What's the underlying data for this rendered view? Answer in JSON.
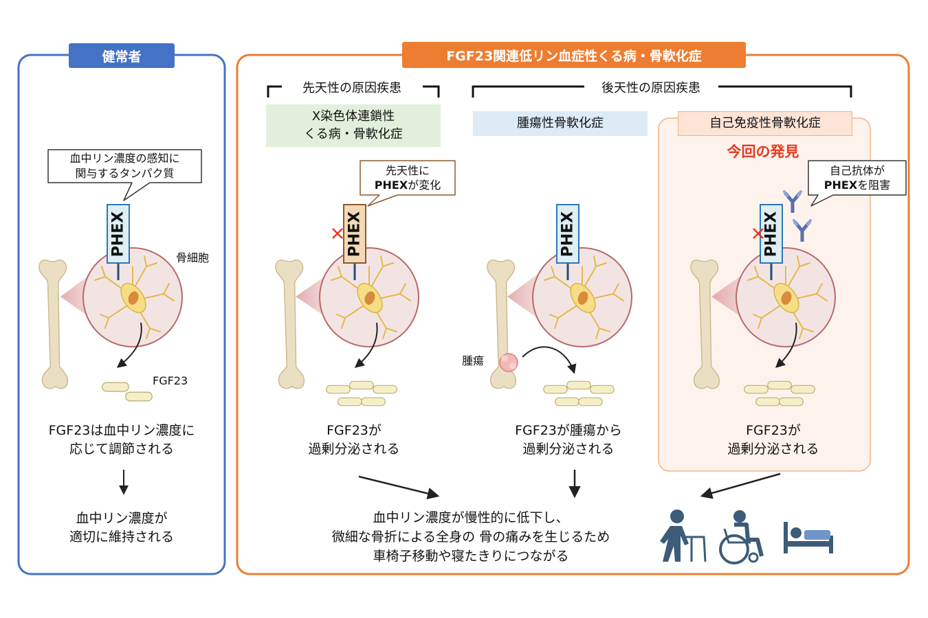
{
  "healthy": {
    "title": "健常者",
    "bubble_line1": "血中リン濃度の感知に",
    "bubble_line2": "関与するタンパク質",
    "phex": "PHEX",
    "cell_label": "骨細胞",
    "fgf23_label": "FGF23",
    "text1_line1": "FGF23は血中リン濃度に",
    "text1_line2": "応じて調節される",
    "text2_line1": "血中リン濃度が",
    "text2_line2": "適切に維持される"
  },
  "disease": {
    "title": "FGF23関連低リン血症性くる病・骨軟化症",
    "congenital_header": "先天性の原因疾患",
    "acquired_header": "後天性の原因疾患",
    "xlinked_line1": "X染色体連鎖性",
    "xlinked_line2": "くる病・骨軟化症",
    "tumor_title": "腫瘍性骨軟化症",
    "autoimmune_title": "自己免疫性骨軟化症",
    "discovery": "今回の発見",
    "bubble_congenital_line1": "先天性に",
    "bubble_congenital_bold": "PHEX",
    "bubble_congenital_rest": "が変化",
    "bubble_auto_line1": "自己抗体が",
    "bubble_auto_bold": "PHEX",
    "bubble_auto_rest": "を阻害",
    "phex": "PHEX",
    "tumor_label": "腫瘍",
    "xlinked_text_line1": "FGF23が",
    "xlinked_text_line2": "過剰分泌される",
    "tumor_text_line1": "FGF23が腫瘍から",
    "tumor_text_line2": "過剰分泌される",
    "auto_text_line1": "FGF23が",
    "auto_text_line2": "過剰分泌される",
    "outcome_line1": "血中リン濃度が慢性的に低下し、",
    "outcome_line2": "微細な骨折による全身の 骨の痛みを生じるため",
    "outcome_line3": "車椅子移動や寝たきりにつながる"
  },
  "icons": [
    "walker-person-icon",
    "wheelchair-icon",
    "bed-icon"
  ],
  "colors": {
    "healthy_blue": "#4472C4",
    "disease_orange": "#ED7D31",
    "green_fill": "#E2EFDA",
    "blue_fill": "#DDEBF7",
    "pink_fill": "#FCE4D6",
    "discovery_red": "#E8381F",
    "phex_fill": "#DEEEF3",
    "phex_mut_fill": "#F4D9B8",
    "icon_blue": "#3C5C78"
  }
}
